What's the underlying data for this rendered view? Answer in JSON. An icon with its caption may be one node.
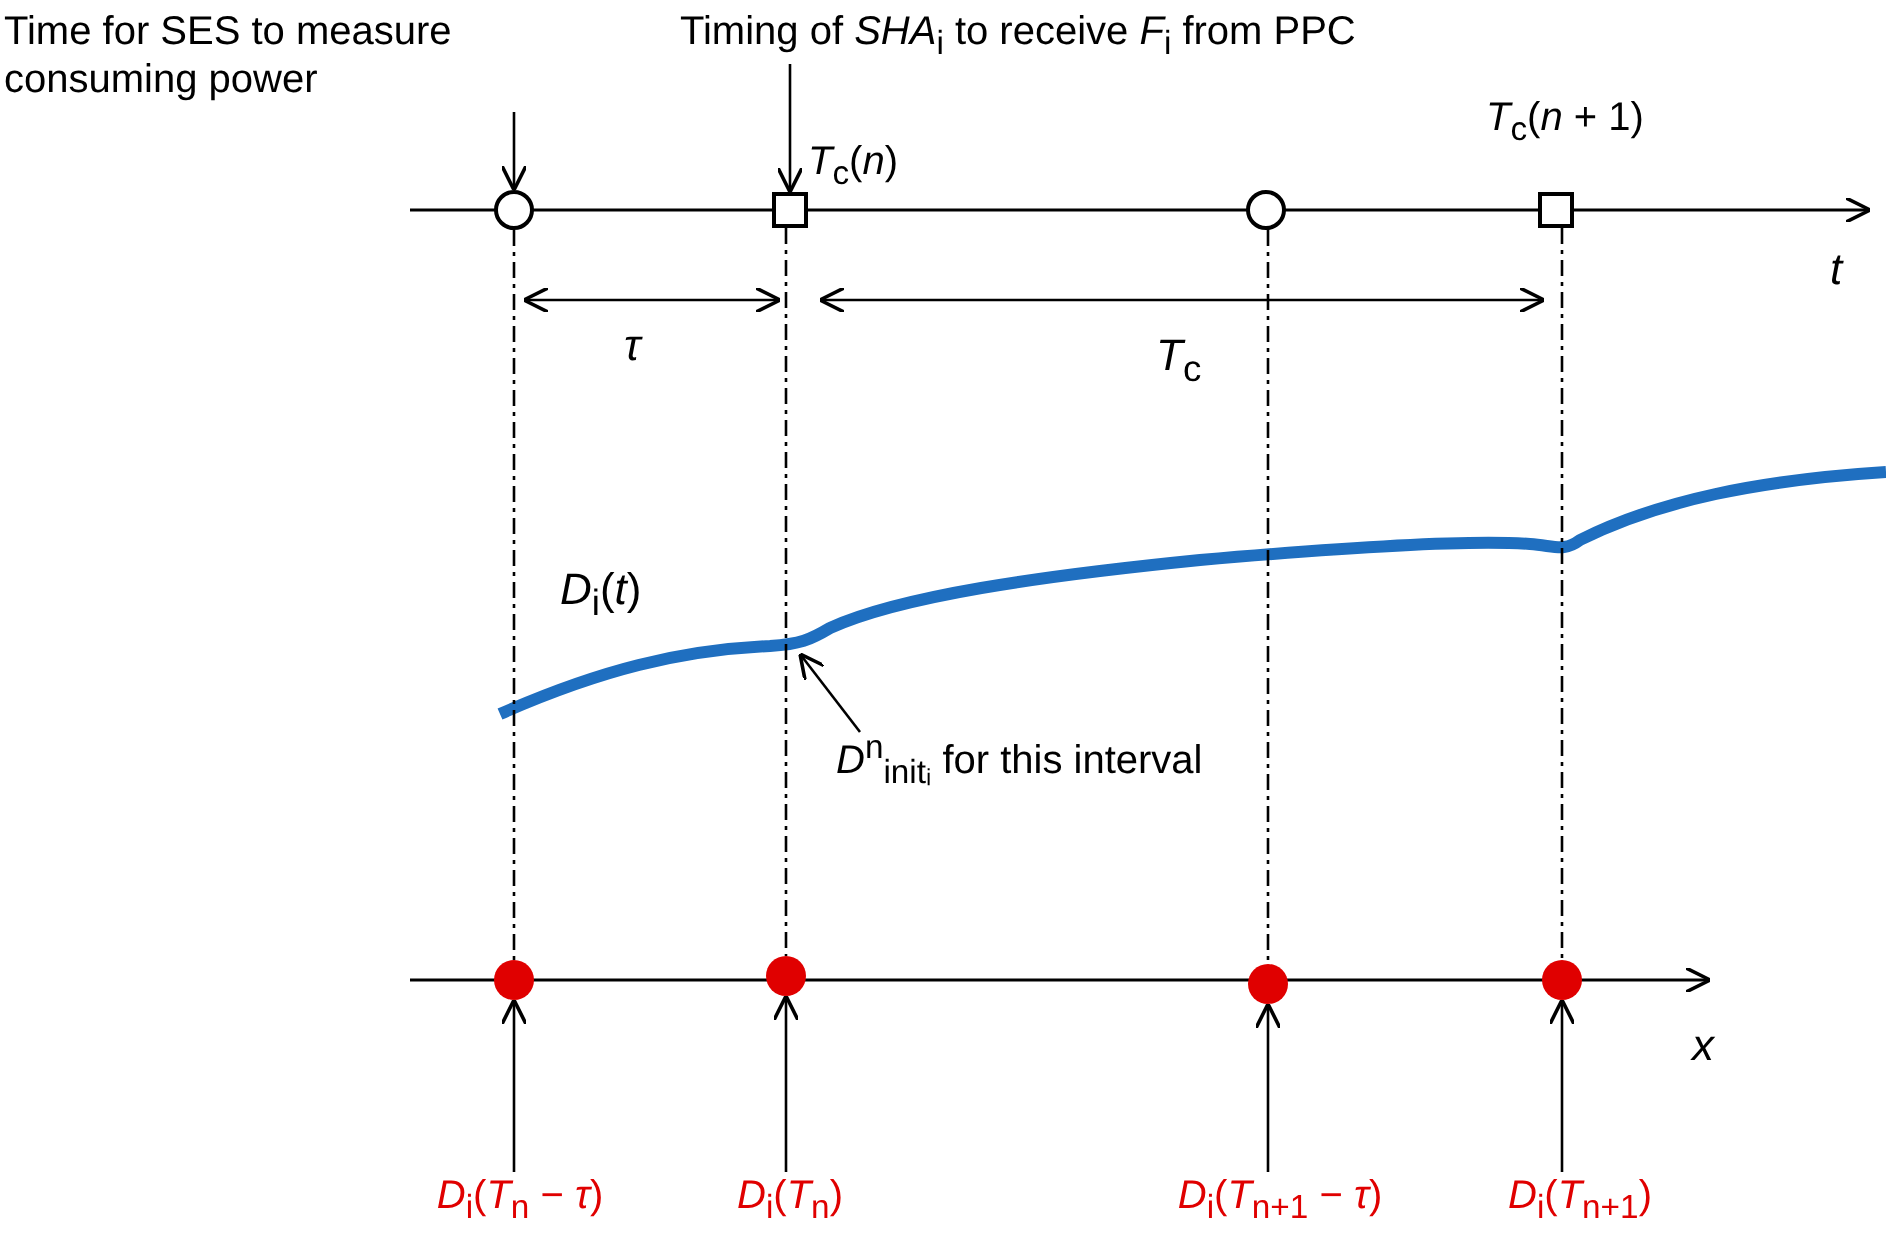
{
  "diagram": {
    "nodes": [
      {
        "text": [
          "Time for SES to measure consuming power"
        ]
      },
      {
        "text": [
          "Timing of *SHA*$_{i}$ to receive *F*$_{i}$ from PPC"
        ]
      },
      {
        "text": [],
        "shape": "circle"
      },
      {
        "text": [],
        "shape": "box",
        "beside": [
          "*T*$_{c}$(*n*)"
        ]
      },
      {
        "text": [],
        "shape": "circle"
      },
      {
        "text": [],
        "shape": "box",
        "beside": [
          "*T*$_{c}$(*n* + 1)"
        ]
      },
      {
        "text": [
          "*D*$^{n}$$_{initᵢ}$ for this interval"
        ]
      },
      {
        "text": [],
        "shape": "circle"
      },
      {
        "text": [],
        "shape": "circle"
      },
      {
        "text": [],
        "shape": "circle"
      },
      {
        "text": [],
        "shape": "circle"
      },
      {
        "text": [
          "*D*$_{i}$(*T*$_{n}$ − *τ*)"
        ]
      },
      {
        "text": [
          "*D*$_{i}$(*T*$_{n}$)"
        ]
      },
      {
        "text": [
          "*D*$_{i}$(*T*$_{n+1}$ − *τ*)"
        ]
      },
      {
        "text": [
          "*D*$_{i}$(*T*$_{n+1}$)"
        ]
      }
    ],
    "edges": [
      {
        "from": 0,
        "to": 2,
        "arrow": "to"
      },
      {
        "from": 1,
        "to": 3,
        "arrow": "to"
      },
      {
        "from": 6,
        "to": null,
        "arrow": "to"
      },
      {
        "from": 2,
        "to": 7,
        "arrow": "none",
        "style": "dashed"
      },
      {
        "from": 3,
        "to": 8,
        "arrow": "none",
        "style": "dashed"
      },
      {
        "from": 4,
        "to": 9,
        "arrow": "none",
        "style": "dashed"
      },
      {
        "from": 5,
        "to": 10,
        "arrow": "none",
        "style": "dashed"
      },
      {
        "from": 11,
        "to": 7,
        "arrow": "to"
      },
      {
        "from": 12,
        "to": 8,
        "arrow": "to"
      },
      {
        "from": 13,
        "to": 9,
        "arrow": "to"
      },
      {
        "from": 14,
        "to": 10,
        "arrow": "to"
      }
    ],
    "labels": [
      "*t*",
      "*τ*",
      "*T*$_{c}$",
      "*D*$_{i}$(*t*)",
      "*x*"
    ]
  }
}
